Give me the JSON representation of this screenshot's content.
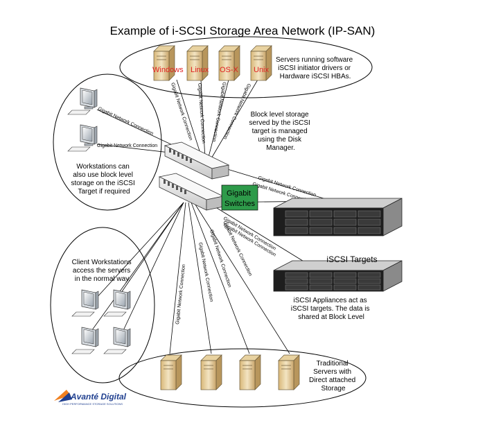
{
  "title": "Example of i-SCSI Storage Area Network (IP-SAN)",
  "os_labels": [
    "Windows",
    "Linux",
    "OS-X",
    "Unix"
  ],
  "notes": {
    "top_servers": [
      "Servers running software",
      "iSCSI initiator drivers or",
      "Hardware iSCSI HBAs."
    ],
    "block_storage": [
      "Block level storage",
      "served by the iSCSI",
      "target is managed",
      "using the Disk",
      "Manager."
    ],
    "workstations_top": [
      "Workstations can",
      "also use block level",
      "storage on the iSCSI",
      "Target if required"
    ],
    "client_workstations": [
      "Client Workstations",
      "access the servers",
      "in the normal way."
    ],
    "iscsi_targets": "iSCSI Targets",
    "appliances": [
      "iSCSI Appliances act as",
      "iSCSI targets.  The data is",
      "shared at Block Level"
    ],
    "traditional_servers": [
      "Traditional",
      "Servers with",
      "Direct attached",
      "Storage"
    ]
  },
  "switch_label": [
    "Gigabit",
    "Switches"
  ],
  "link_label": "Gigabit Network Connection",
  "logo": {
    "name": "Avanté Digital",
    "tagline": "HIGH PERFORMANCE STORAGE SOLUTIONS"
  },
  "colors": {
    "switch_label_bg": "#2e9a4a",
    "os_label": "#e02020",
    "logo": "#1f3f8f",
    "logo_accent": "#f08020"
  }
}
